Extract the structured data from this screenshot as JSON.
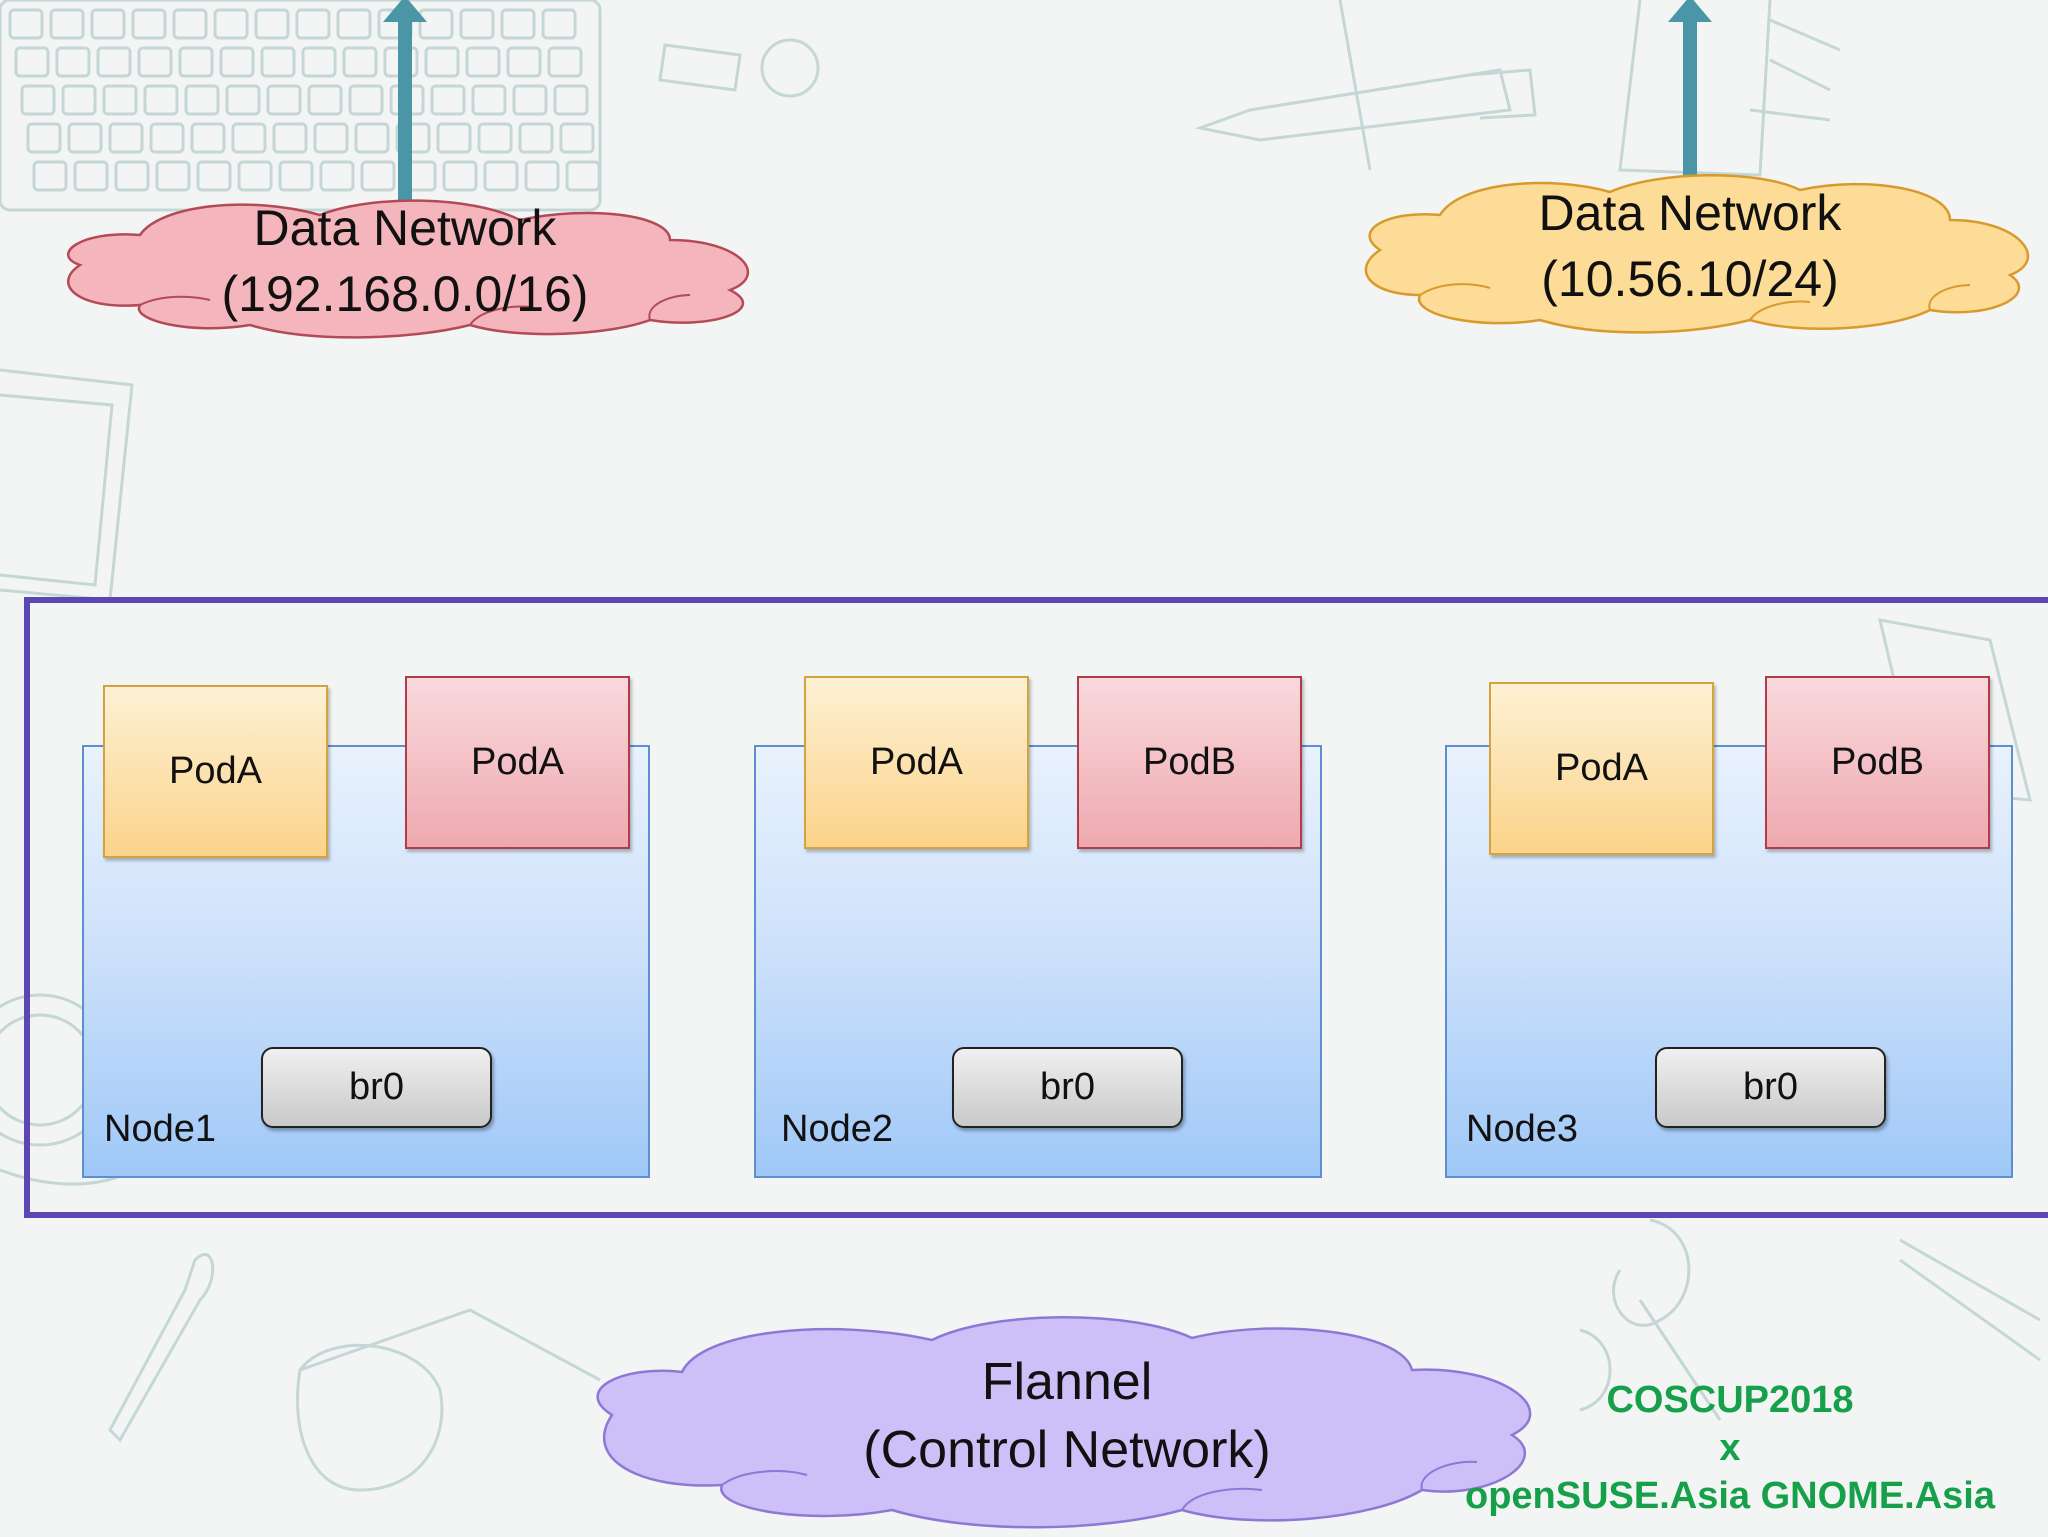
{
  "data_networks": [
    {
      "title": "Data Network",
      "subnet": "(192.168.0.0/16)",
      "color": "#f4b6bc"
    },
    {
      "title": "Data Network",
      "subnet": "(10.56.10/24)",
      "color": "#fddc97"
    }
  ],
  "nodes": [
    {
      "label": "Node1",
      "pods": [
        {
          "name": "PodA",
          "color": "yellow"
        },
        {
          "name": "PodA",
          "color": "red"
        }
      ],
      "bridge": "br0"
    },
    {
      "label": "Node2",
      "pods": [
        {
          "name": "PodA",
          "color": "yellow"
        },
        {
          "name": "PodB",
          "color": "red"
        }
      ],
      "bridge": "br0"
    },
    {
      "label": "Node3",
      "pods": [
        {
          "name": "PodA",
          "color": "yellow"
        },
        {
          "name": "PodB",
          "color": "red"
        }
      ],
      "bridge": "br0"
    }
  ],
  "control_network": {
    "title": "Flannel",
    "subtitle": "(Control Network)",
    "color": "#cdbff8"
  },
  "branding": {
    "line1": "COSCUP2018",
    "line2": "x",
    "line3": "openSUSE.Asia GNOME.Asia",
    "color": "#17a04a"
  },
  "colors": {
    "control_frame": "#5b46b3",
    "arrow": "#4a95a6"
  }
}
